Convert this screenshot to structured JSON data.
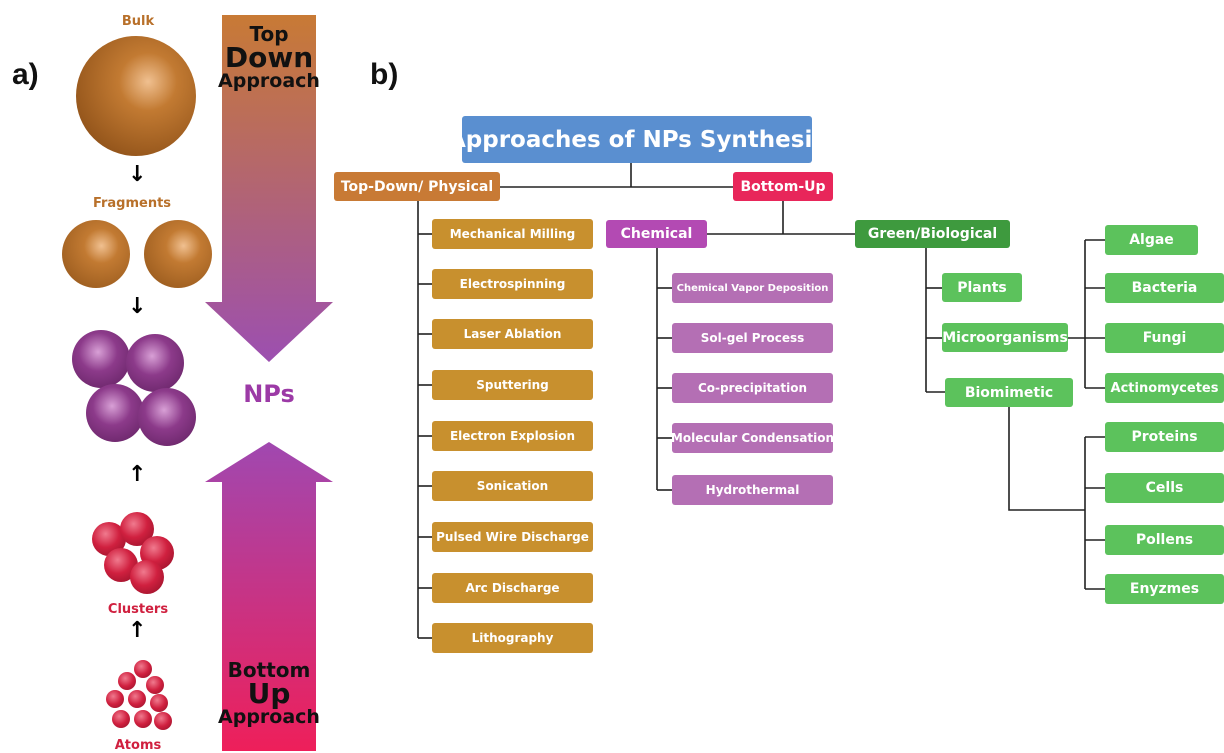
{
  "panel_a": {
    "label": "a)",
    "bulk": "Bulk",
    "fragments": "Fragments",
    "clusters": "Clusters",
    "atoms": "Atoms",
    "nps": "NPs",
    "top_down": [
      "Top",
      "Down",
      "Approach"
    ],
    "bottom_up": [
      "Bottom",
      "Up",
      "Approach"
    ]
  },
  "panel_b": {
    "label": "b)",
    "title": "Approaches of NPs Synthesis",
    "top_down": "Top-Down/ Physical",
    "bottom_up": "Bottom-Up",
    "physical_methods": [
      "Mechanical Milling",
      "Electrospinning",
      "Laser Ablation",
      "Sputtering",
      "Electron Explosion",
      "Sonication",
      "Pulsed Wire Discharge",
      "Arc Discharge",
      "Lithography"
    ],
    "chemical": "Chemical",
    "chemical_methods": [
      "Chemical Vapor Deposition",
      "Sol-gel Process",
      "Co-precipitation",
      "Molecular Condensation",
      "Hydrothermal"
    ],
    "green": "Green/Biological",
    "green_sources": [
      "Plants",
      "Microorganisms",
      "Biomimetic"
    ],
    "microorganisms": [
      "Algae",
      "Bacteria",
      "Fungi",
      "Actinomycetes"
    ],
    "biomimetic": [
      "Proteins",
      "Cells",
      "Pollens",
      "Enyzmes"
    ]
  },
  "colors": {
    "title": "#5a8fd0",
    "top_down": "#c87a35",
    "bottom_up": "#e8265a",
    "physical": "#c8902e",
    "chemical_header": "#b34ab3",
    "chemical": "#b46fb4",
    "green_header": "#3e9a3e",
    "green": "#5cc25c",
    "bronze_ball": "#b8702a",
    "purple_ball": "#8c3a8a",
    "red_ball": "#d0203f"
  }
}
